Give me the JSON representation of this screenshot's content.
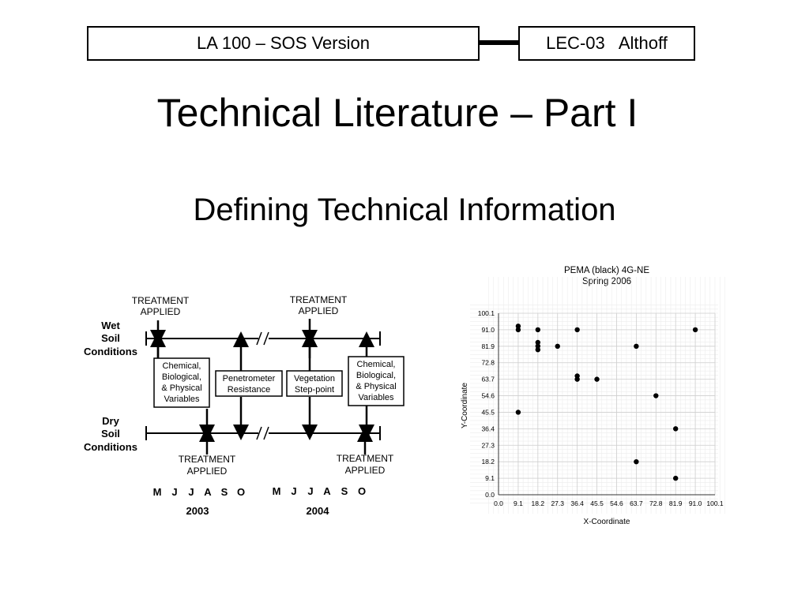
{
  "header": {
    "left_label": "LA 100 – SOS Version",
    "right_label": "LEC-03   Althoff"
  },
  "slide": {
    "title": "Technical Literature – Part I",
    "subtitle": "Defining Technical Information"
  },
  "timeline_diagram": {
    "wet_label": [
      "Wet",
      "Soil",
      "Conditions"
    ],
    "dry_label": [
      "Dry",
      "Soil",
      "Conditions"
    ],
    "treatment_label": [
      "TREATMENT",
      "APPLIED"
    ],
    "boxes": [
      {
        "lines": [
          "Chemical,",
          "Biological,",
          "& Physical",
          "Variables"
        ]
      },
      {
        "lines": [
          "Penetrometer",
          "Resistance"
        ]
      },
      {
        "lines": [
          "Vegetation",
          "Step-point"
        ]
      },
      {
        "lines": [
          "Chemical,",
          "Biological,",
          "& Physical",
          "Variables"
        ]
      }
    ],
    "months": [
      "M",
      "J",
      "J",
      "A",
      "S",
      "O"
    ],
    "years": [
      "2003",
      "2004"
    ]
  },
  "chart_data": {
    "type": "scatter",
    "title": "PEMA (black) 4G-NE",
    "subtitle": "Spring 2006",
    "xlabel": "X-Coordinate",
    "ylabel": "Y-Coordinate",
    "xlim": [
      0,
      100.1
    ],
    "ylim": [
      0,
      100.1
    ],
    "xticks": [
      "0.0",
      "9.1",
      "18.2",
      "27.3",
      "36.4",
      "45.5",
      "54.6",
      "63.7",
      "72.8",
      "81.9",
      "91.0",
      "100.1"
    ],
    "yticks": [
      "0.0",
      "9.1",
      "18.2",
      "27.3",
      "36.4",
      "45.5",
      "54.6",
      "63.7",
      "72.8",
      "81.9",
      "91.0",
      "100.1"
    ],
    "grid": true,
    "points": [
      [
        9.1,
        93.0
      ],
      [
        9.1,
        91.0
      ],
      [
        9.1,
        45.5
      ],
      [
        18.2,
        91.0
      ],
      [
        18.2,
        84.0
      ],
      [
        18.2,
        82.0
      ],
      [
        18.2,
        80.0
      ],
      [
        27.3,
        81.9
      ],
      [
        36.4,
        91.0
      ],
      [
        36.4,
        65.5
      ],
      [
        36.4,
        63.7
      ],
      [
        45.5,
        63.7
      ],
      [
        63.7,
        81.9
      ],
      [
        63.7,
        18.2
      ],
      [
        72.8,
        54.6
      ],
      [
        81.9,
        36.4
      ],
      [
        81.9,
        9.1
      ],
      [
        91.0,
        91.0
      ]
    ]
  }
}
